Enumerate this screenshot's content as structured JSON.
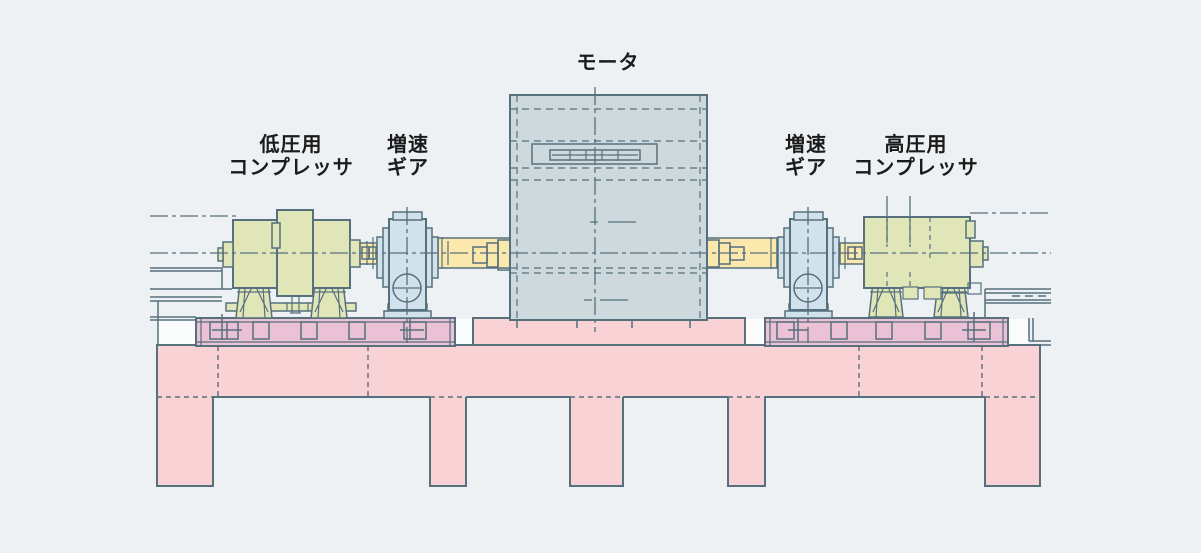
{
  "figure": {
    "type": "equipment-elevation-diagram",
    "description": "Side elevation of a motor-driven compressor train on a table-top foundation: low-pressure compressor and speed-increasing gear on the left, motor in the center, speed-increasing gear and high-pressure compressor on the right"
  },
  "labels": {
    "motor": "モータ",
    "low_pressure_compressor": {
      "line1": "低圧用",
      "line2": "コンプレッサ"
    },
    "gear_left": {
      "line1": "増速",
      "line2": "ギア"
    },
    "gear_right": {
      "line1": "増速",
      "line2": "ギア"
    },
    "high_pressure_compressor": {
      "line1": "高圧用",
      "line2": "コンプレッサ"
    }
  },
  "palette": {
    "background": "#edf1f3",
    "line": "#56707d",
    "compressor": "#e1e6b9",
    "gear": "#d2e2ed",
    "shaft": "#fbe8ac",
    "motor": "#ced9dd",
    "baseplate": "#ebc1d6",
    "foundation": "#f8d2d5",
    "gap": "#fbfdfd",
    "text": "#1b1b1b"
  }
}
